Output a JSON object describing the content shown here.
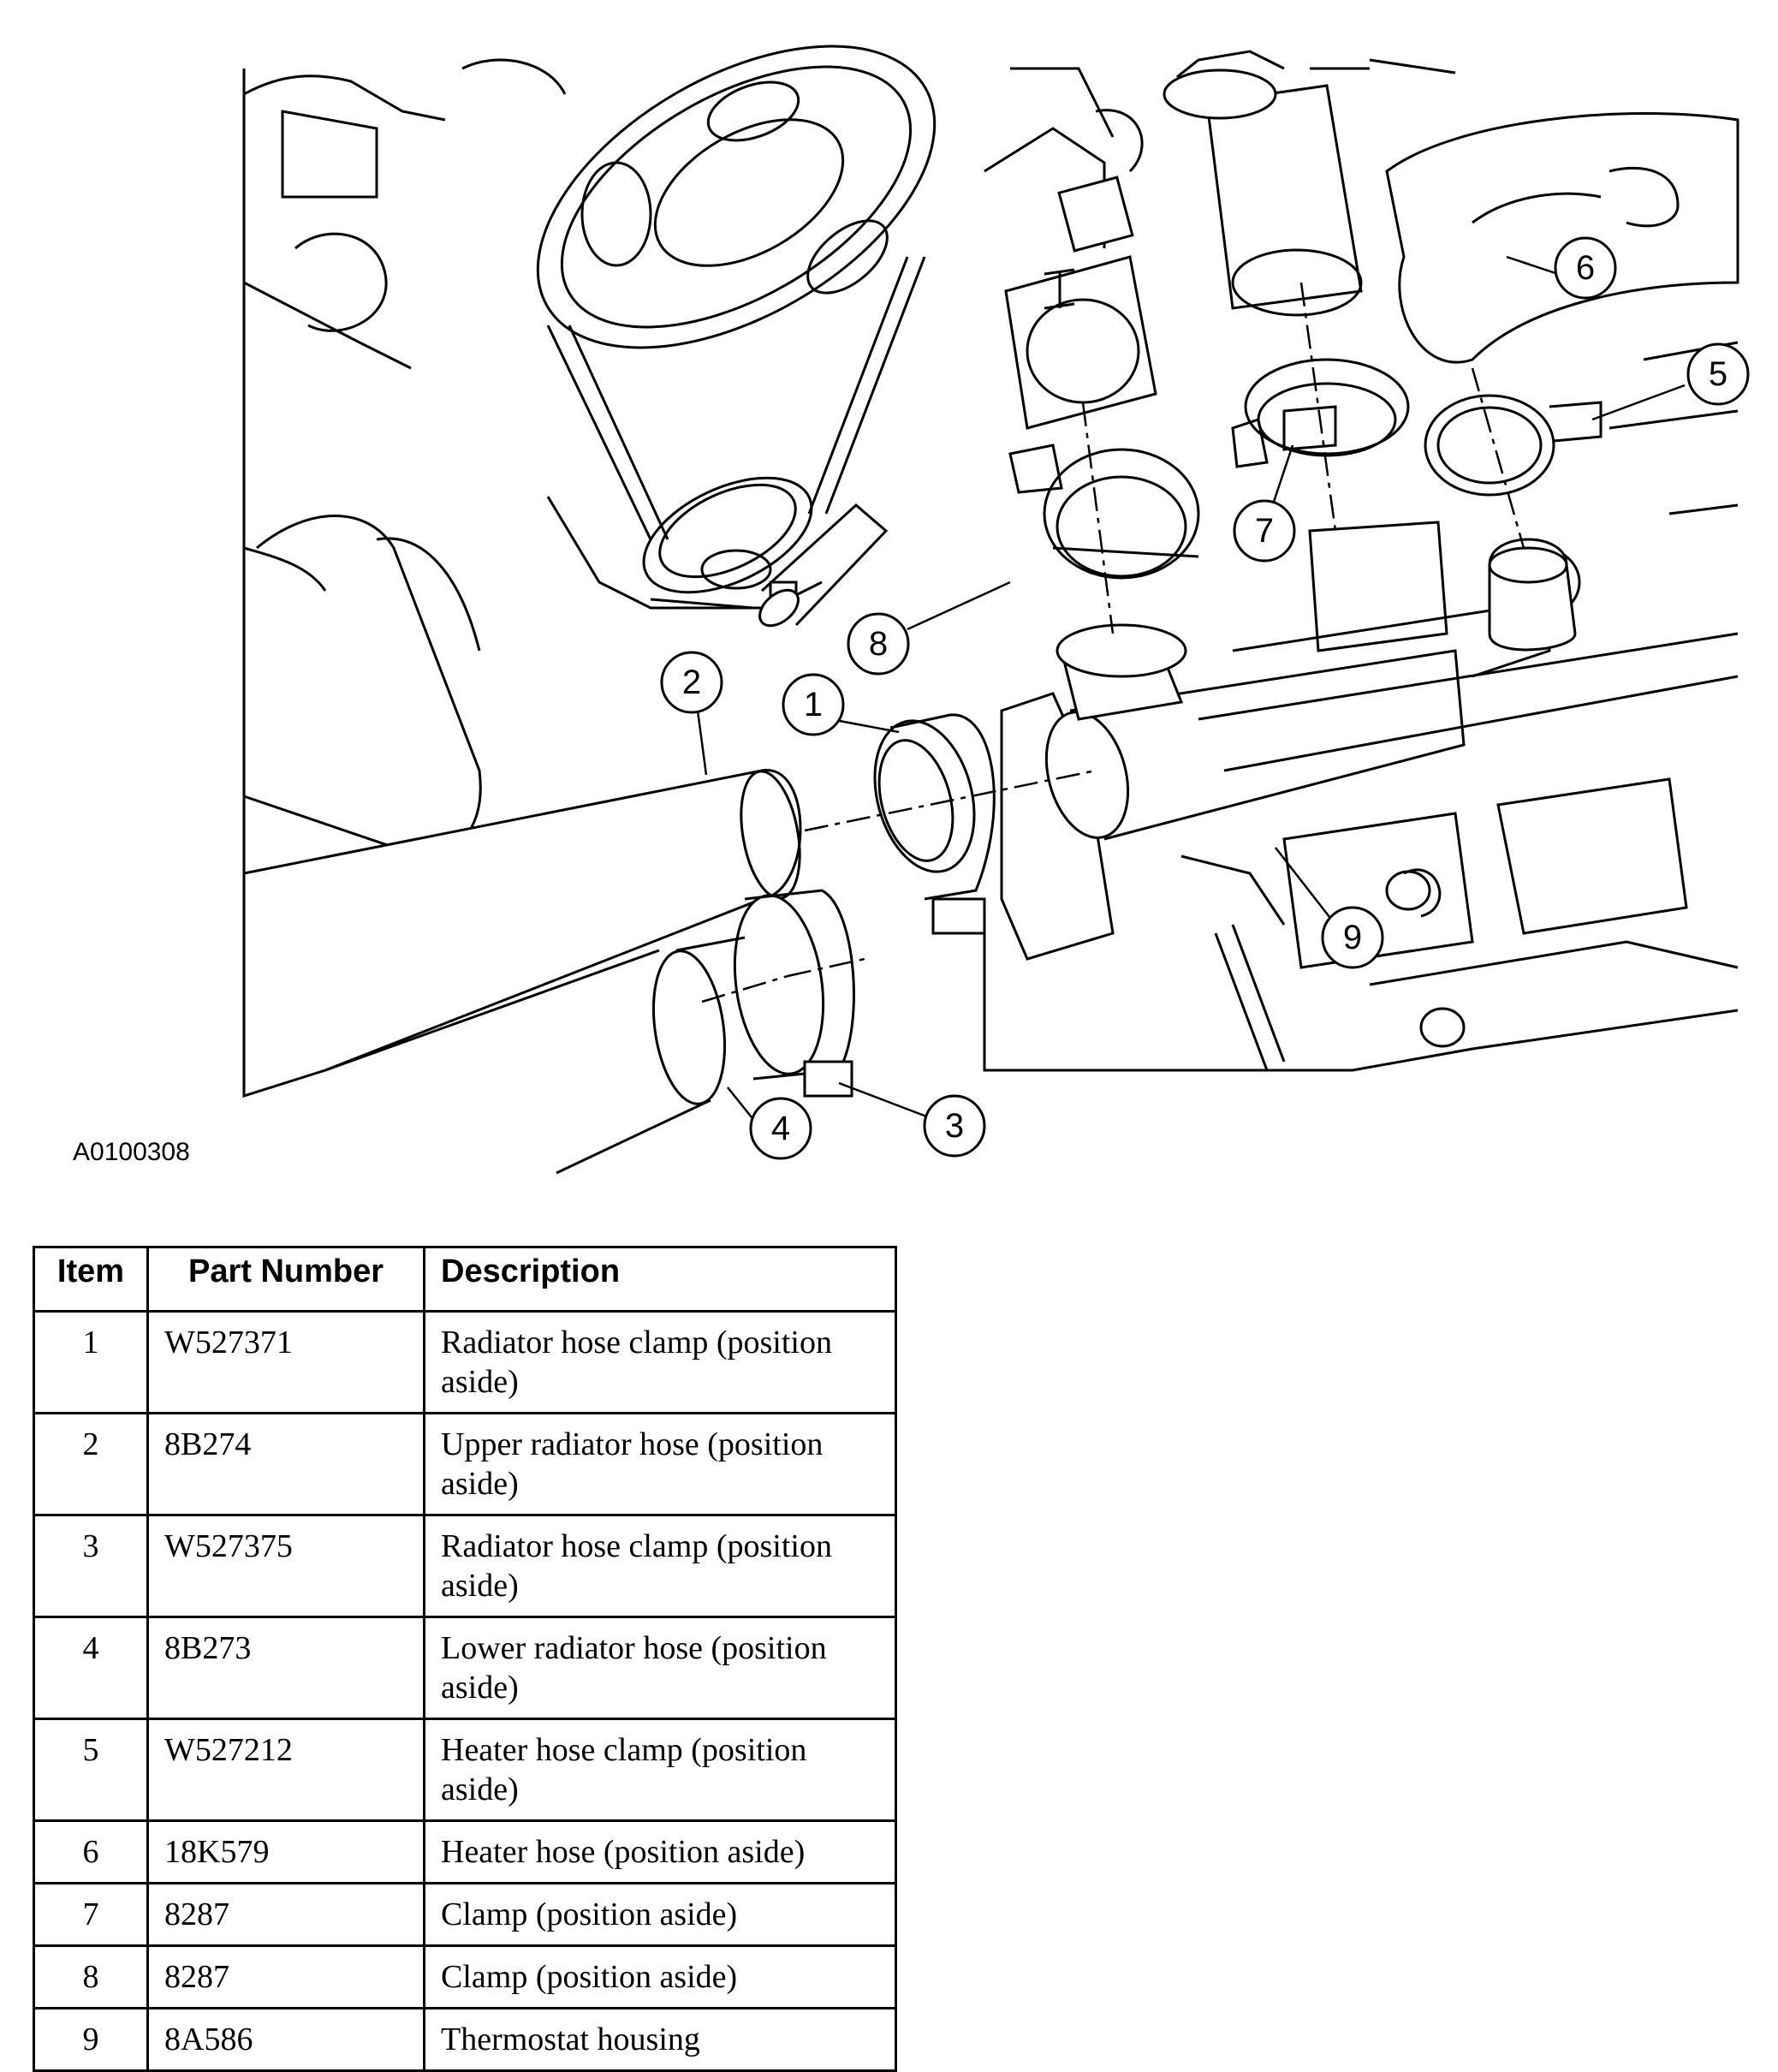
{
  "figure": {
    "id": "A0100308",
    "callouts": [
      "1",
      "2",
      "3",
      "4",
      "5",
      "6",
      "7",
      "8",
      "9"
    ]
  },
  "table": {
    "headers": [
      "Item",
      "Part Number",
      "Description"
    ],
    "rows": [
      {
        "item": "1",
        "part_number": "W527371",
        "description": "Radiator hose clamp (position aside)"
      },
      {
        "item": "2",
        "part_number": "8B274",
        "description": "Upper radiator hose (position aside)"
      },
      {
        "item": "3",
        "part_number": "W527375",
        "description": "Radiator hose clamp (position aside)"
      },
      {
        "item": "4",
        "part_number": "8B273",
        "description": "Lower radiator hose (position aside)"
      },
      {
        "item": "5",
        "part_number": "W527212",
        "description": "Heater hose clamp (position aside)"
      },
      {
        "item": "6",
        "part_number": "18K579",
        "description": "Heater hose (position aside)"
      },
      {
        "item": "7",
        "part_number": "8287",
        "description": "Clamp (position aside)"
      },
      {
        "item": "8",
        "part_number": "8287",
        "description": "Clamp (position aside)"
      },
      {
        "item": "9",
        "part_number": "8A586",
        "description": "Thermostat housing"
      }
    ]
  }
}
